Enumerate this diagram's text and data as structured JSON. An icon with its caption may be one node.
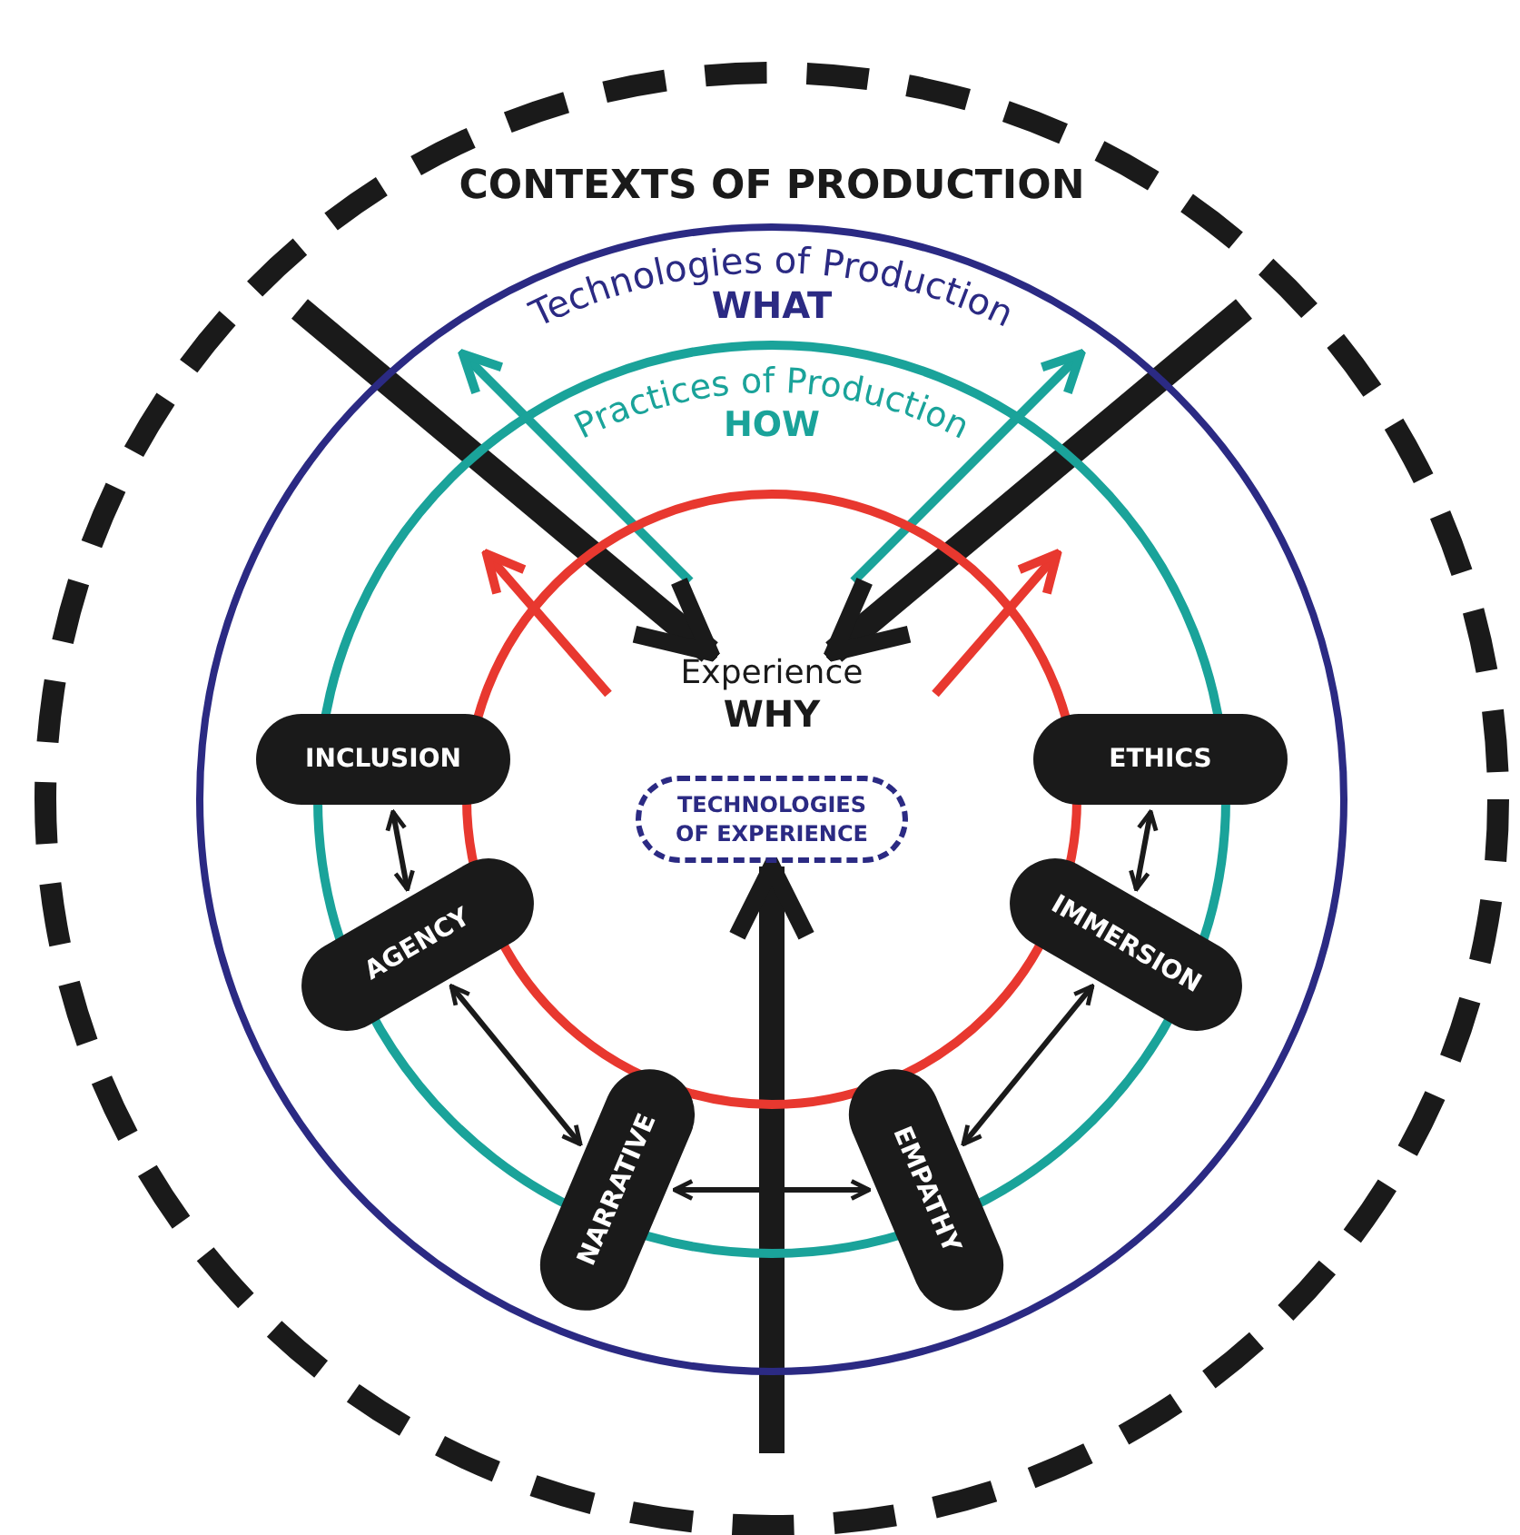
{
  "diagram": {
    "nodes": [
      {
        "text": [
          "CONTEXTS OF PRODUCTION"
        ]
      },
      {
        "text": [
          "Technologies of Production",
          "WHAT"
        ],
        "in": 0
      },
      {
        "text": [
          "Practices of Production",
          "HOW"
        ],
        "in": 1
      },
      {
        "text": [],
        "shape": "circle",
        "in": 2
      },
      {
        "text": [
          "Experience",
          "WHY"
        ],
        "in": 3
      },
      {
        "text": [
          "TECHNOLOGIES OF EXPERIENCE"
        ],
        "in": 3
      },
      {
        "text": [
          "INCLUSION"
        ],
        "in": 1
      },
      {
        "text": [
          "ETHICS"
        ],
        "in": 1
      },
      {
        "text": [
          "AGENCY"
        ],
        "in": 1
      },
      {
        "text": [
          "IMMERSION"
        ],
        "in": 1
      },
      {
        "text": [
          "NARRATIVE"
        ],
        "in": 1
      },
      {
        "text": [
          "EMPATHY"
        ],
        "in": 1
      }
    ],
    "edges": [
      {
        "from": 6,
        "to": 8,
        "arrow": "both"
      },
      {
        "from": 8,
        "to": 10,
        "arrow": "both"
      },
      {
        "from": 10,
        "to": 11,
        "arrow": "both"
      },
      {
        "from": 11,
        "to": 9,
        "arrow": "both"
      },
      {
        "from": 9,
        "to": 7,
        "arrow": "both"
      },
      {
        "from": null,
        "to": 4,
        "arrow": "to",
        "style": "thick"
      },
      {
        "from": null,
        "to": 4,
        "arrow": "to",
        "style": "thick"
      },
      {
        "from": null,
        "to": 5,
        "arrow": "to",
        "style": "thick"
      }
    ]
  }
}
